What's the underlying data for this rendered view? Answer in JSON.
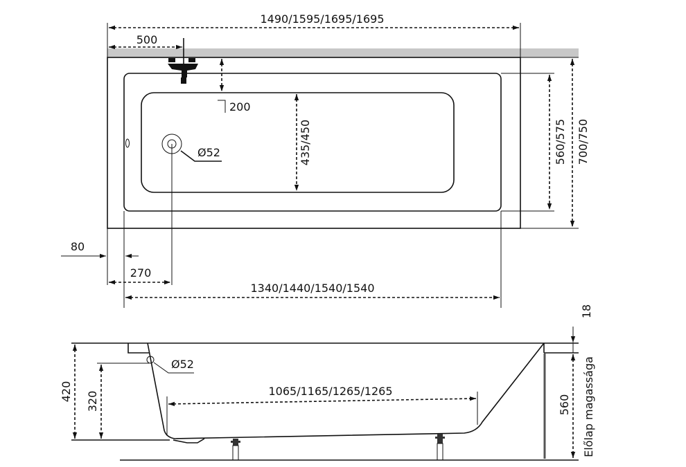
{
  "top_view": {
    "overall_length": "1490/1595/1695/1695",
    "tap_offset": "500",
    "tap_depth": "200",
    "drain_diameter": "Ø52",
    "basin_width": "435/450",
    "inner_width": "560/575",
    "overall_width": "700/750",
    "rim_offset": "80",
    "drain_offset": "270",
    "inner_length": "1340/1440/1540/1540"
  },
  "side_view": {
    "height_total": "420",
    "overflow_height": "320",
    "overflow_diameter": "Ø52",
    "bottom_length": "1065/1165/1265/1265",
    "rim_thickness": "18",
    "panel_height": "560",
    "panel_label": "Előlap magassága"
  },
  "colors": {
    "wall": "#c8c8c8",
    "line": "#111111",
    "panel": "#555555"
  }
}
